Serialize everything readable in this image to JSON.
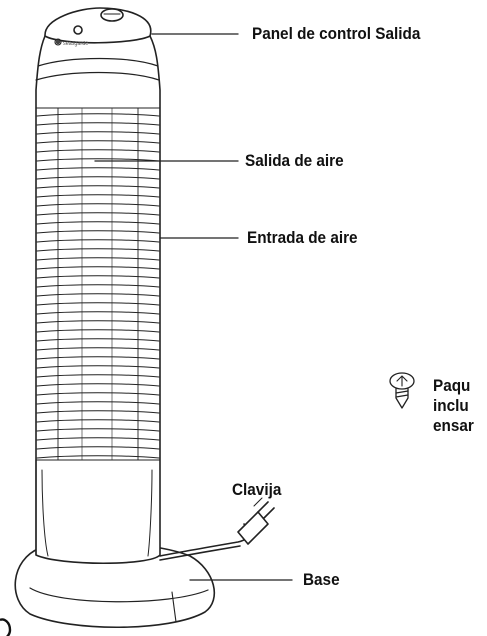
{
  "labels": {
    "panel_salida": "Panel de control Salida",
    "salida_aire": "Salida de aire",
    "entrada_aire": "Entrada de aire",
    "clavija": "Clavija",
    "base": "Base",
    "paquete_line1": "Paqu",
    "paquete_line2": "inclu",
    "paquete_line3": "ensar",
    "logo_text": "seasgarde"
  },
  "icons": [
    "screw-icon",
    "fan-logo-icon"
  ]
}
